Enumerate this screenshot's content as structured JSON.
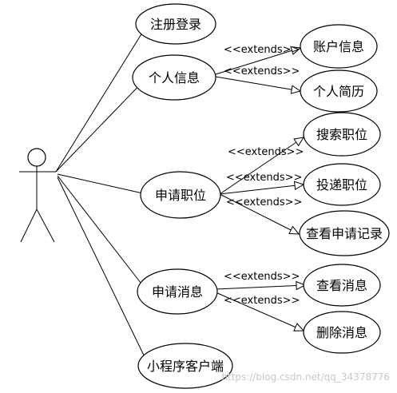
{
  "diagram": {
    "actor": {
      "label": ""
    },
    "use_cases": {
      "register_login": "注册登录",
      "personal_info": "个人信息",
      "account_info": "账户信息",
      "resume": "个人简历",
      "apply_job": "申请职位",
      "search_job": "搜索职位",
      "submit_job": "投递职位",
      "view_apply_record": "查看申请记录",
      "apply_message": "申请消息",
      "view_message": "查看消息",
      "delete_message": "删除消息",
      "mini_program": "小程序客户端"
    },
    "relation_label": "<<extends>>",
    "watermark": "https://blog.csdn.net/qq_34378776"
  }
}
